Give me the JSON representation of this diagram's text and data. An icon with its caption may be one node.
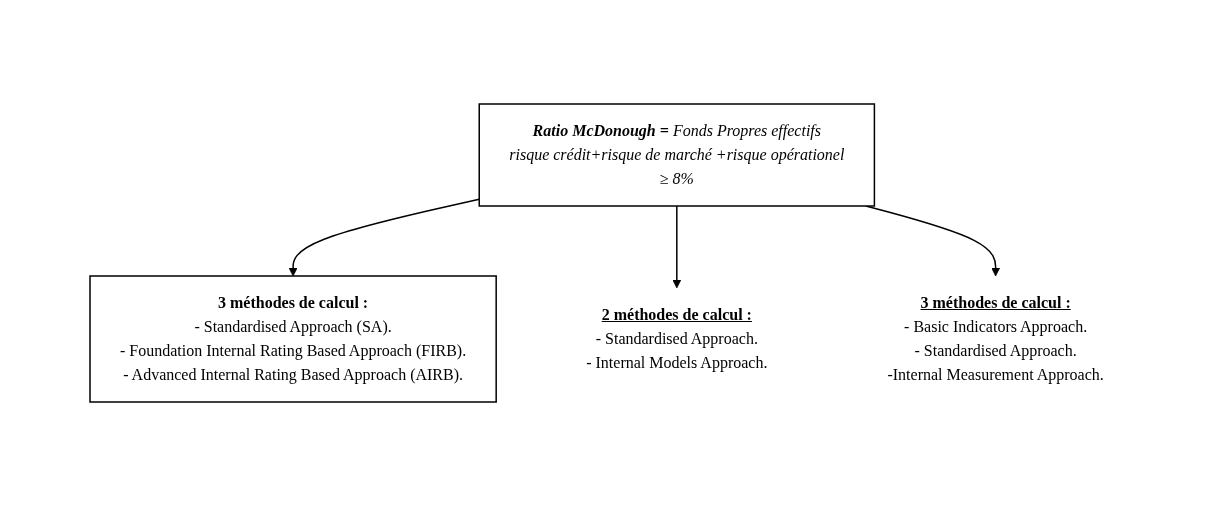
{
  "diagram": {
    "nodes": [
      {
        "text": [
          "Ratio McDonough =",
          "Fonds Propres effectifs",
          "risque crédit+risque de marché +risque opérationel",
          "≥ 8%"
        ]
      },
      {
        "text": [
          "3 méthodes de calcul :",
          "- Standardised Approach (SA).",
          "- Foundation Internal Rating Based Approach (FIRB).",
          "- Advanced Internal Rating Based Approach (AIRB)."
        ]
      },
      {
        "text": [
          "2 méthodes de calcul :",
          "- Standardised Approach.",
          "- Internal Models Approach."
        ]
      },
      {
        "text": [
          "3 méthodes de calcul :",
          "- Basic Indicators Approach.",
          "- Standardised Approach.",
          "-Internal Measurement Approach."
        ]
      }
    ],
    "edges": [
      {
        "from": 0,
        "to": 1,
        "arrow": "to"
      },
      {
        "from": 0,
        "to": 2,
        "arrow": "to"
      },
      {
        "from": 0,
        "to": 3,
        "arrow": "to"
      }
    ]
  }
}
